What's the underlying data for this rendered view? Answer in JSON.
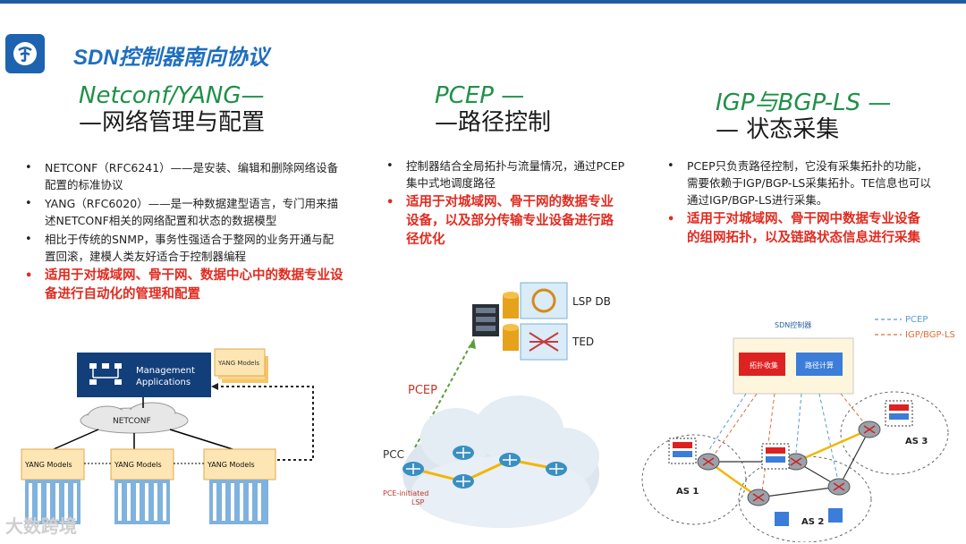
{
  "header": {
    "title": "SDN控制器南向协议"
  },
  "columns": [
    {
      "title_line1": "Netconf/YANG—",
      "title_line2": "—网络管理与配置",
      "bullets": [
        {
          "text": "NETCONF（RFC6241）——是安装、编辑和删除网络设备配置的标准协议",
          "red": false
        },
        {
          "text": "YANG（RFC6020）——是一种数据建型语言，专门用来描述NETCONF相关的网络配置和状态的数据模型",
          "red": false
        },
        {
          "text": "相比于传统的SNMP，事务性强适合于整网的业务开通与配置回滚，建模人类友好适合于控制器编程",
          "red": false
        },
        {
          "text": "适用于对城域网、骨干网、数据中心中的数据专业设备进行自动化的管理和配置",
          "red": true
        }
      ]
    },
    {
      "title_line1": "PCEP —",
      "title_line2": "—路径控制",
      "bullets": [
        {
          "text": "控制器结合全局拓扑与流量情况，通过PCEP集中式地调度路径",
          "red": false
        },
        {
          "text": "适用于对城域网、骨干网的数据专业设备，以及部分传输专业设备进行路径优化",
          "red": true
        }
      ]
    },
    {
      "title_line1": "IGP与BGP-LS —",
      "title_line2": "— 状态采集",
      "bullets": [
        {
          "text": "PCEP只负责路径控制，它没有采集拓扑的功能，需要依赖于IGP/BGP-LS采集拓扑。TE信息也可以通过IGP/BGP-LS进行采集。",
          "red": false
        },
        {
          "text": "适用于对城域网、骨干网中数据专业设备的组网拓扑，以及链路状态信息进行采集",
          "red": true
        }
      ]
    }
  ],
  "diagram_netconf": {
    "mgmt_label_1": "Management",
    "mgmt_label_2": "Applications",
    "netconf_label": "NETCONF",
    "yang_models": "YANG Models"
  },
  "diagram_pcep": {
    "lsp_db": "LSP DB",
    "ted": "TED",
    "pcep": "PCEP",
    "pcc": "PCC",
    "pce_initiated_1": "PCE-initiated",
    "pce_initiated_2": "LSP"
  },
  "diagram_bgp": {
    "controller": "SDN控制器",
    "box_topo": "拓扑收集",
    "box_path": "路径计算",
    "legend_pcep": "PCEP",
    "legend_igp": "IGP/BGP-LS",
    "as1": "AS 1",
    "as2": "AS 2",
    "as3": "AS 3"
  },
  "colors": {
    "title_blue": "#1f6fbf",
    "heading_green": "#1f9148",
    "emphasis_red": "#e02b20"
  },
  "watermark": "大数跨境"
}
